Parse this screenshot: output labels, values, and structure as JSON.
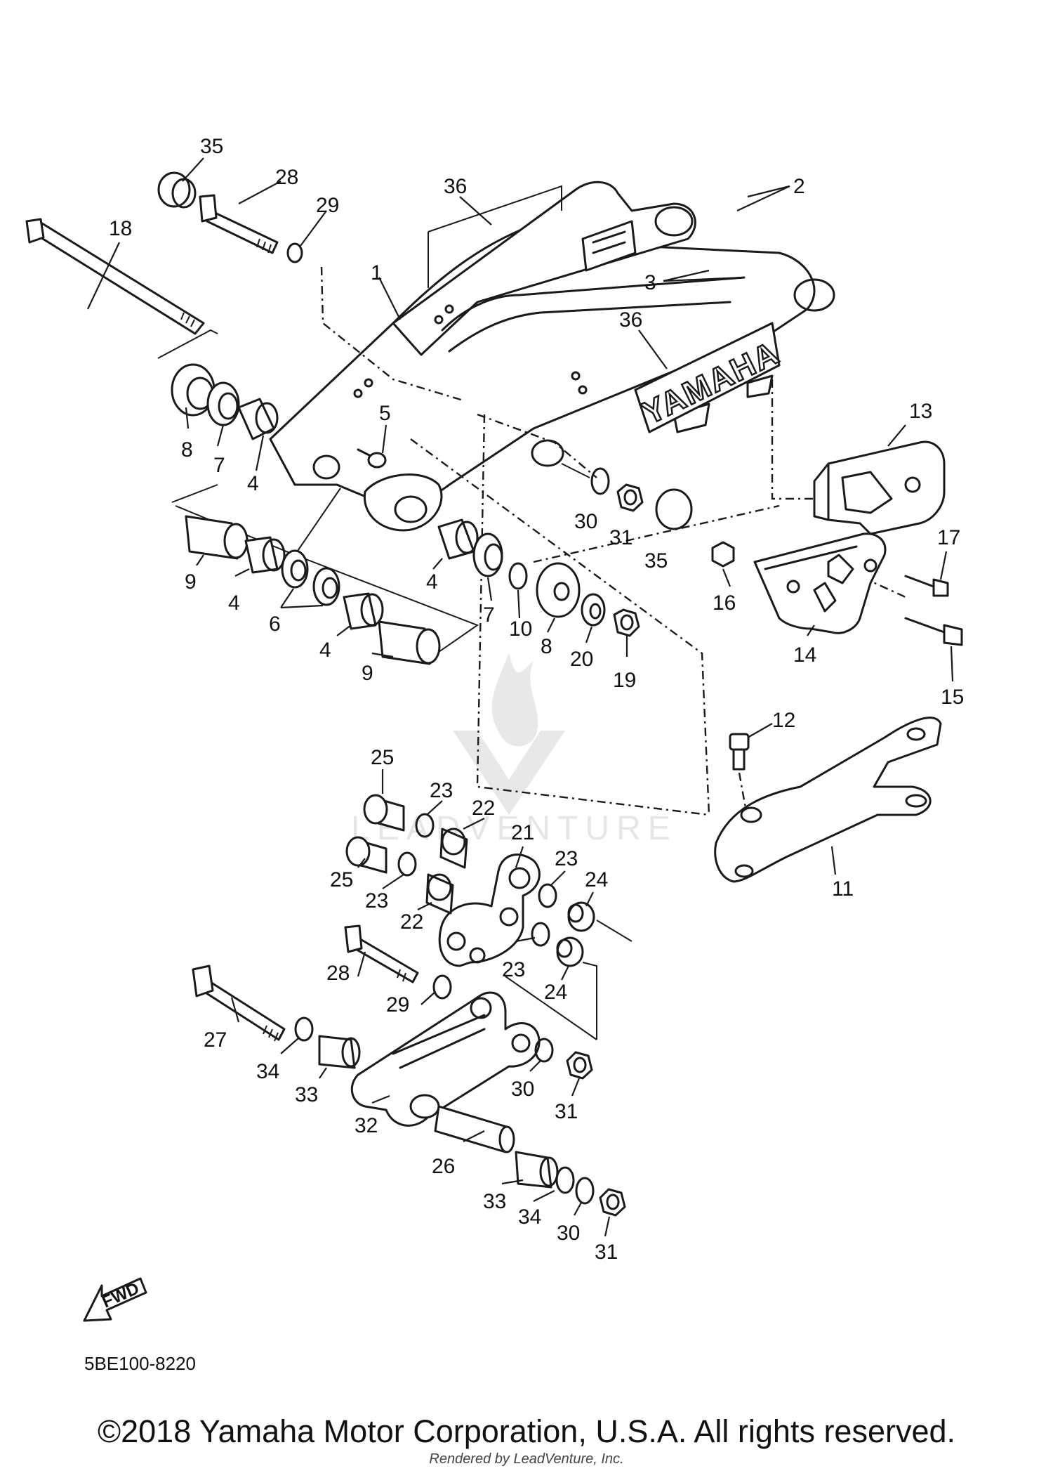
{
  "diagram": {
    "brand_label": "YAMAHA",
    "fwd_label": "FWD",
    "code": "5BE100-8220",
    "callouts": [
      "35",
      "28",
      "29",
      "18",
      "36",
      "2",
      "3",
      "1",
      "36",
      "13",
      "5",
      "8",
      "7",
      "4",
      "30",
      "31",
      "35",
      "17",
      "9",
      "4",
      "6",
      "4",
      "9",
      "4",
      "7",
      "10",
      "8",
      "20",
      "19",
      "16",
      "14",
      "15",
      "12",
      "11",
      "25",
      "23",
      "22",
      "21",
      "23",
      "24",
      "25",
      "23",
      "22",
      "23",
      "28",
      "24",
      "29",
      "27",
      "34",
      "33",
      "32",
      "30",
      "31",
      "26",
      "33",
      "34",
      "30",
      "31"
    ]
  },
  "footer": {
    "copyright": "©2018 Yamaha Motor Corporation, U.S.A. All rights reserved.",
    "rendered_by": "Rendered by LeadVenture, Inc."
  }
}
